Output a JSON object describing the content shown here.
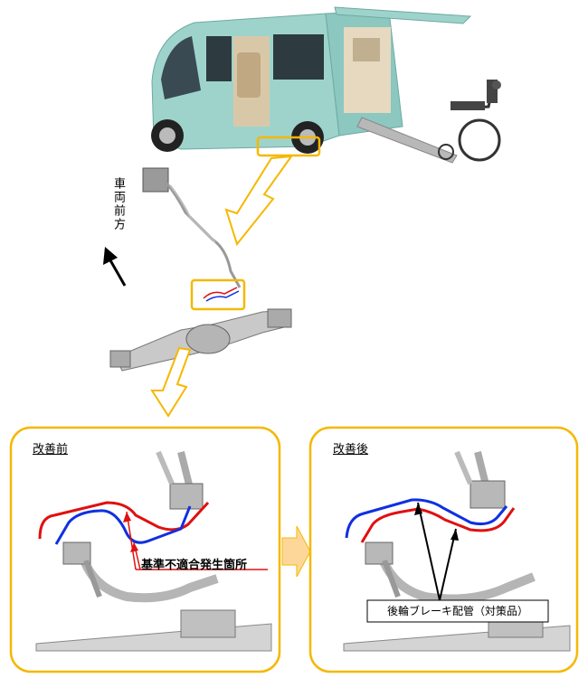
{
  "direction_label": "車両前方",
  "before_panel": {
    "title": "改善前",
    "callout": "基準不適合発生箇所"
  },
  "after_panel": {
    "title": "改善後",
    "callout": "後輪ブレーキ配管（対策品）"
  },
  "colors": {
    "highlight": "#f5b800",
    "arrow_fill": "#fde9a6",
    "pipe_red": "#e01010",
    "pipe_blue": "#1030e0",
    "van_body": "#9ed3cc",
    "part_gray": "#c9c9c9"
  }
}
